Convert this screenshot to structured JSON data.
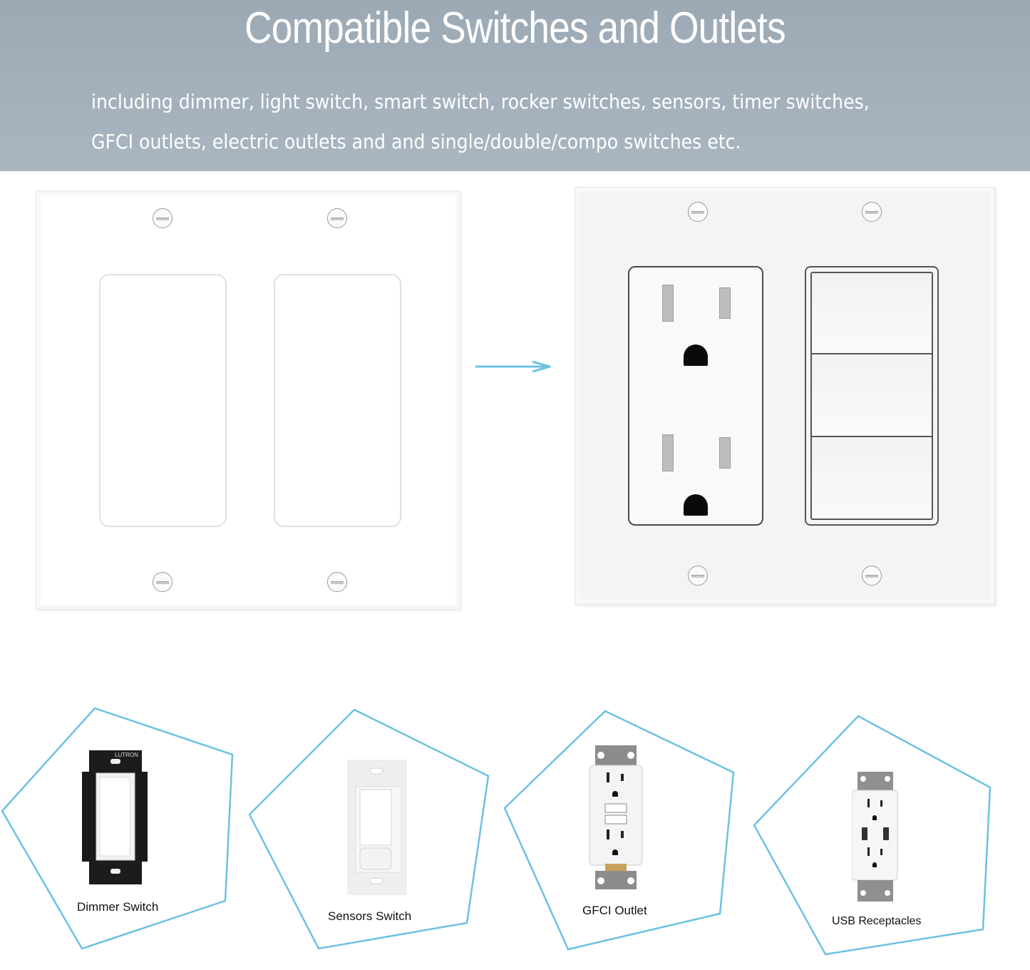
{
  "header": {
    "title": "Compatible Switches and Outlets",
    "subtitle_line1": "including dimmer, light switch, smart switch, rocker switches, sensors, timer switches,",
    "subtitle_line2": "GFCI outlets, electric outlets and and single/double/compo switches etc.",
    "background_color": "#a3b0bb"
  },
  "comparison": {
    "left_plate": {
      "type": "2-gang decorator wall plate",
      "openings": 2,
      "screws": 4,
      "icon": "blank-wall-plate-icon"
    },
    "arrow_icon": "right-arrow-icon",
    "arrow_color": "#6cc1e3",
    "right_plate": {
      "type": "wall plate with duplex outlet and triple rocker switch",
      "screws": 4,
      "outlet_receptacles": 2,
      "rocker_switches": 3,
      "icon": "installed-wall-plate-icon"
    }
  },
  "compatible_devices": [
    {
      "label": "Dimmer Switch",
      "icon": "dimmer-switch-icon",
      "brand_text": "LUTRON"
    },
    {
      "label": "Sensors Switch",
      "icon": "motion-sensor-switch-icon"
    },
    {
      "label": "GFCI Outlet",
      "icon": "gfci-outlet-icon"
    },
    {
      "label": "USB Receptacles",
      "icon": "usb-receptacle-icon"
    }
  ],
  "accent_color": "#6cc1e3"
}
